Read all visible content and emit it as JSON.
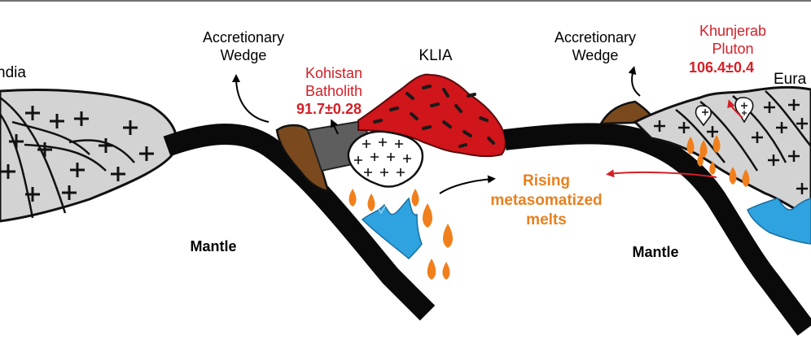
{
  "labels": {
    "india": "ndia",
    "eurasia": "Eura",
    "acc_wedge_left_line1": "Accretionary",
    "acc_wedge_left_line2": "Wedge",
    "acc_wedge_right_line1": "Accretionary",
    "acc_wedge_right_line2": "Wedge",
    "kohistan_line1": "Kohistan",
    "kohistan_line2": "Batholith",
    "kohistan_age": "91.7±0.28",
    "klia": "KLIA",
    "khunjerab_line1": "Khunjerab",
    "khunjerab_line2": "Pluton",
    "khunjerab_age": "106.4±0.4",
    "rising_line1": "Rising",
    "rising_line2": "metasomatized",
    "rising_line3": "melts",
    "mantle_left": "Mantle",
    "mantle_right": "Mantle"
  },
  "colors": {
    "continental_crust": "#d3d3d3",
    "slab": "#0a0a0a",
    "sediment": "#7a4a1e",
    "batholith": "#d0151b",
    "melt_drops": "#f07f1c",
    "fluids": "#2ea3e0",
    "red_label": "#d32027",
    "orange_label": "#e8801f"
  }
}
